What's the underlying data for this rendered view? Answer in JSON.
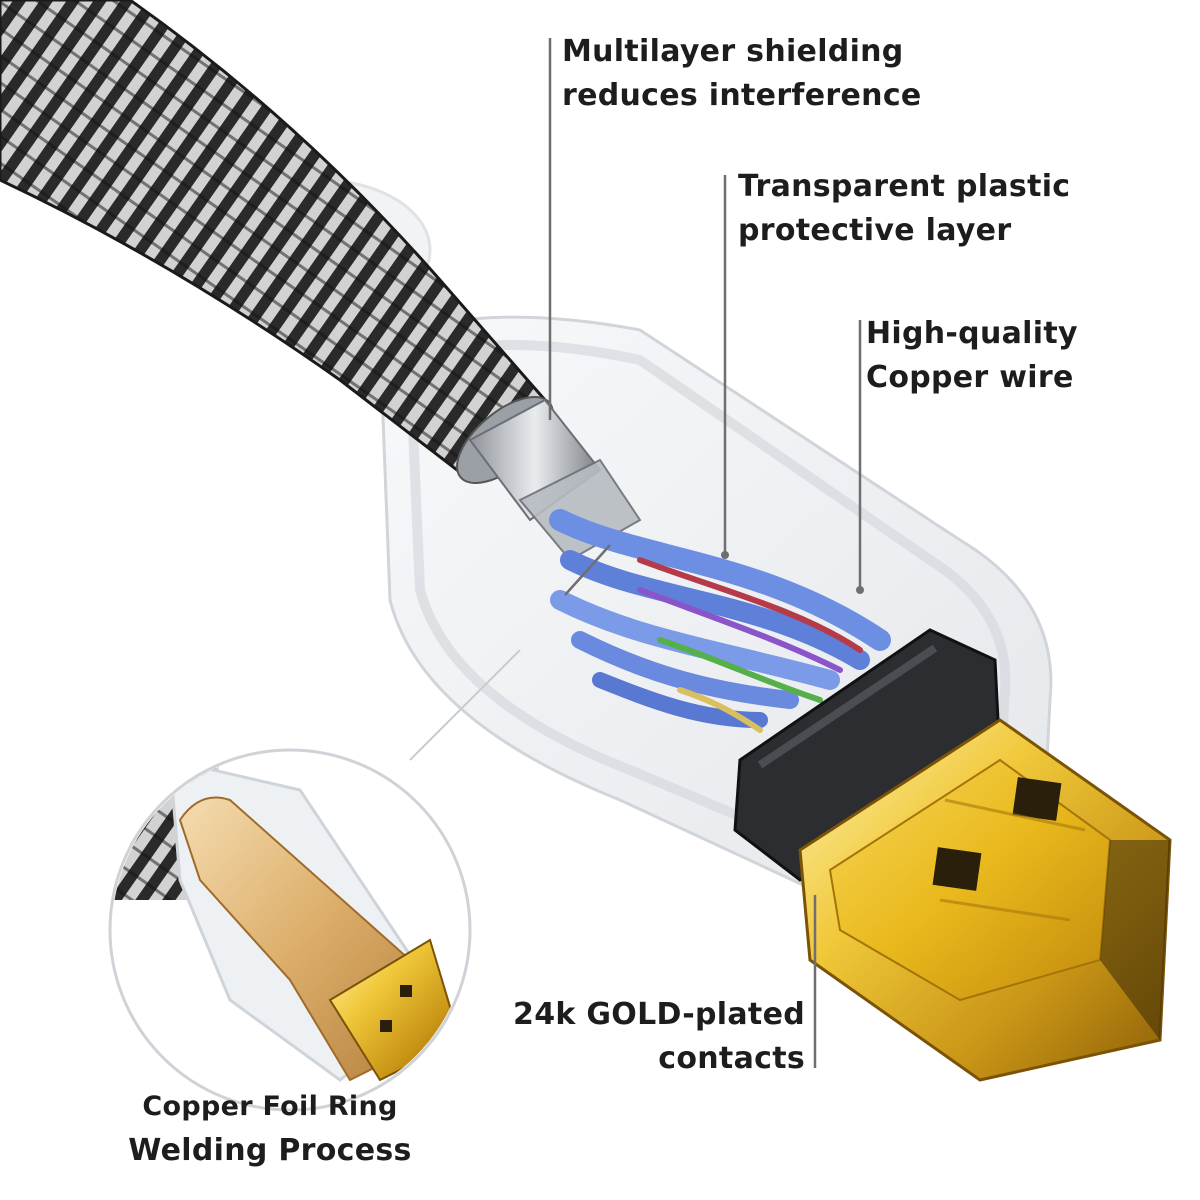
{
  "callouts": {
    "shielding": {
      "line1": "Multilayer shielding",
      "line2": "reduces interference"
    },
    "plastic": {
      "line1": "Transparent plastic",
      "line2": "protective layer"
    },
    "copper": {
      "line1": "High-quality",
      "line2": "Copper wire"
    },
    "gold": {
      "line1": "24k GOLD-plated",
      "line2": "contacts"
    },
    "foil": {
      "line1": "Copper Foil Ring",
      "line2": "Welding Process"
    }
  },
  "colors": {
    "gold": "#e7b81b",
    "wire_blue": "#6d8fe3",
    "braid_dark": "#2a2a2a",
    "braid_light": "#cfcfcf",
    "housing": "#e9ecef",
    "text": "#1d1d1d"
  },
  "icons": [
    "braided-cable",
    "hdmi-connector",
    "micro-hdmi-connector"
  ]
}
